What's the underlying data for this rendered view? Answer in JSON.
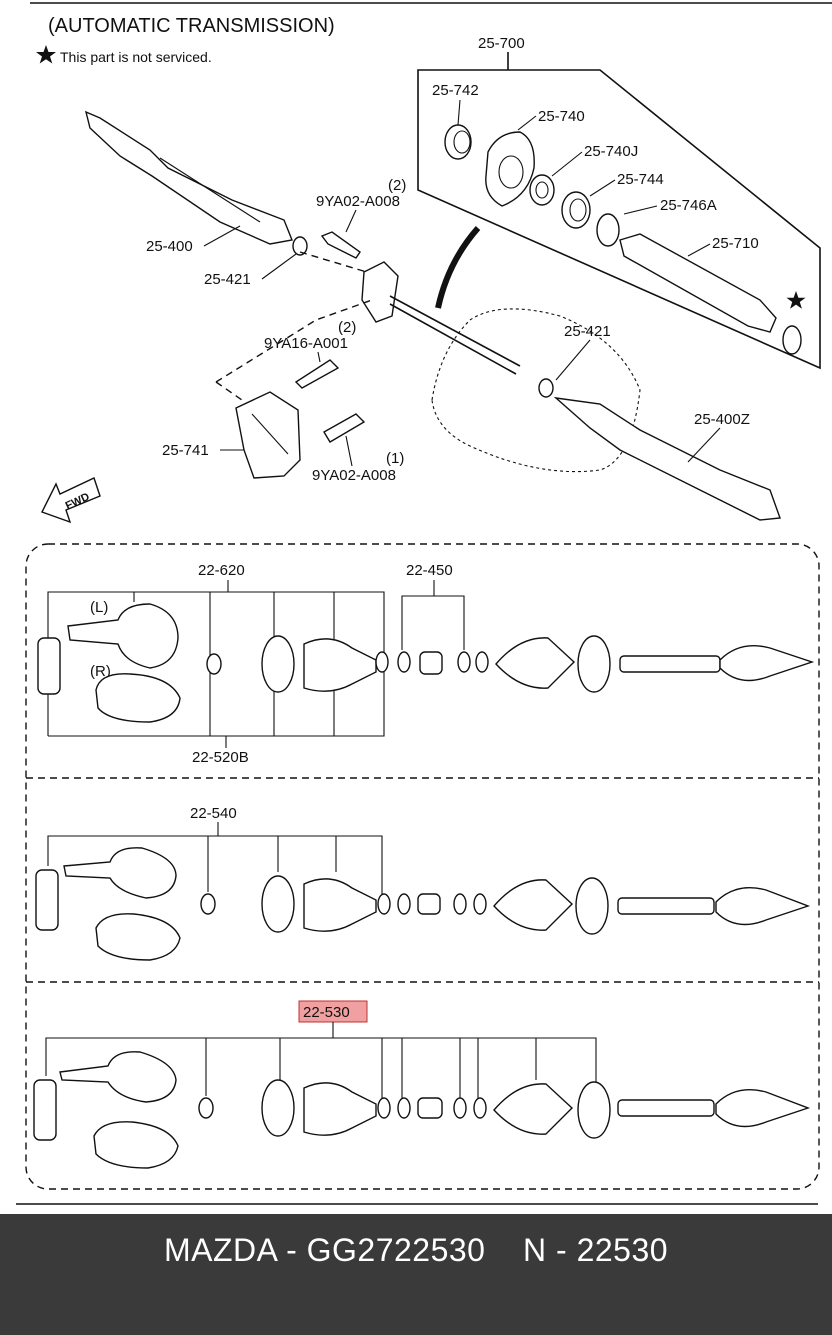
{
  "header": {
    "title": "(AUTOMATIC TRANSMISSION)",
    "note": "This part is not serviced."
  },
  "labels": {
    "p25_700": "25-700",
    "p25_742": "25-742",
    "p25_740": "25-740",
    "p25_740J": "25-740J",
    "p25_744": "25-744",
    "p25_746A": "25-746A",
    "p25_710": "25-710",
    "p25_400": "25-400",
    "p25_421_left": "25-421",
    "p25_421_right": "25-421",
    "p9YA02_A008_top": "9YA02-A008",
    "qty_top": "(2)",
    "p9YA16_A001": "9YA16-A001",
    "qty_mid": "(2)",
    "p9YA02_A008_bottom": "9YA02-A008",
    "qty_bottom": "(1)",
    "p25_741": "25-741",
    "p25_400Z": "25-400Z",
    "fwd": "FWD",
    "p22_620": "22-620",
    "p22_450": "22-450",
    "side_left": "(L)",
    "side_right": "(R)",
    "p22_520B": "22-520B",
    "p22_540": "22-540",
    "p22_530": "22-530"
  },
  "highlight": {
    "part": "22-530",
    "color": "#f0a0a0"
  },
  "footer": {
    "text": "MAZDA - GG2722530    N - 22530",
    "background": "#3a3a3a"
  }
}
